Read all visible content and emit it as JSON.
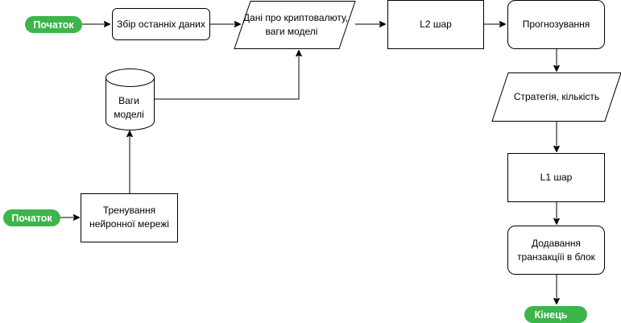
{
  "colors": {
    "terminal": "#3cb54a",
    "terminal_text": "#ffffff",
    "stroke": "#000000",
    "fill": "#ffffff"
  },
  "nodes": {
    "start_top": [
      "Початок"
    ],
    "collect_data": [
      "Збір останніх даних"
    ],
    "crypto_data": [
      "Дані про криптовалюту,",
      "ваги моделі"
    ],
    "l2_layer": [
      "L2 шар"
    ],
    "forecasting": [
      "Прогнозування"
    ],
    "strategy": [
      "Стратегія, кількість"
    ],
    "l1_layer": [
      "L1 шар"
    ],
    "add_tx": [
      "Додавання",
      "транзакціїі в блок"
    ],
    "end": [
      "Кінець"
    ],
    "model_weights": [
      "Ваги",
      "моделі"
    ],
    "training": [
      "Тренування",
      "нейронної мережі"
    ],
    "start_bottom": [
      "Початок"
    ]
  }
}
